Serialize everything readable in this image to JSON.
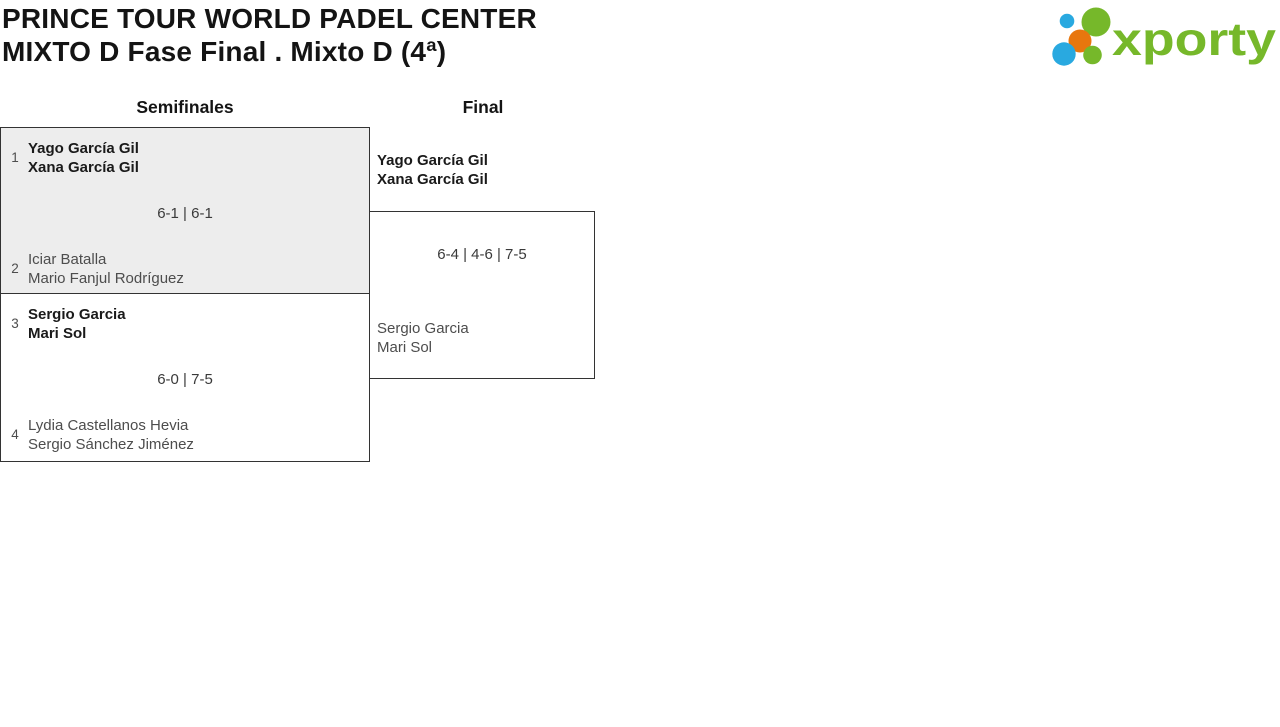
{
  "header": {
    "title_line1": "PRINCE TOUR WORLD PADEL CENTER",
    "title_line2": "MIXTO D Fase Final . Mixto D (4ª)"
  },
  "logo": {
    "text": "xporty",
    "colors": {
      "green": "#76b82a",
      "blue": "#29a9e0",
      "orange": "#e8770e"
    }
  },
  "bracket": {
    "round_headers": [
      "Semifinales",
      "Final"
    ],
    "semifinals": [
      {
        "seed1": "1",
        "team1": [
          "Yago García Gil",
          "Xana García Gil"
        ],
        "score": "6-1 | 6-1",
        "seed2": "2",
        "team2": [
          "Iciar Batalla",
          "Mario Fanjul Rodríguez"
        ],
        "winner": "team1"
      },
      {
        "seed1": "3",
        "team1": [
          "Sergio Garcia",
          "Mari Sol"
        ],
        "score": "6-0 | 7-5",
        "seed2": "4",
        "team2": [
          "Lydia Castellanos Hevia",
          "Sergio Sánchez Jiménez"
        ],
        "winner": "team1"
      }
    ],
    "final": {
      "team1": [
        "Yago García Gil",
        "Xana García Gil"
      ],
      "score": "6-4 | 4-6 | 7-5",
      "team2": [
        "Sergio Garcia",
        "Mari Sol"
      ],
      "winner": "team1"
    }
  },
  "colors": {
    "box_shaded_bg": "#ededed",
    "border": "#333333",
    "winner_text": "#1a1a1a",
    "loser_text": "#4d4d4d"
  }
}
